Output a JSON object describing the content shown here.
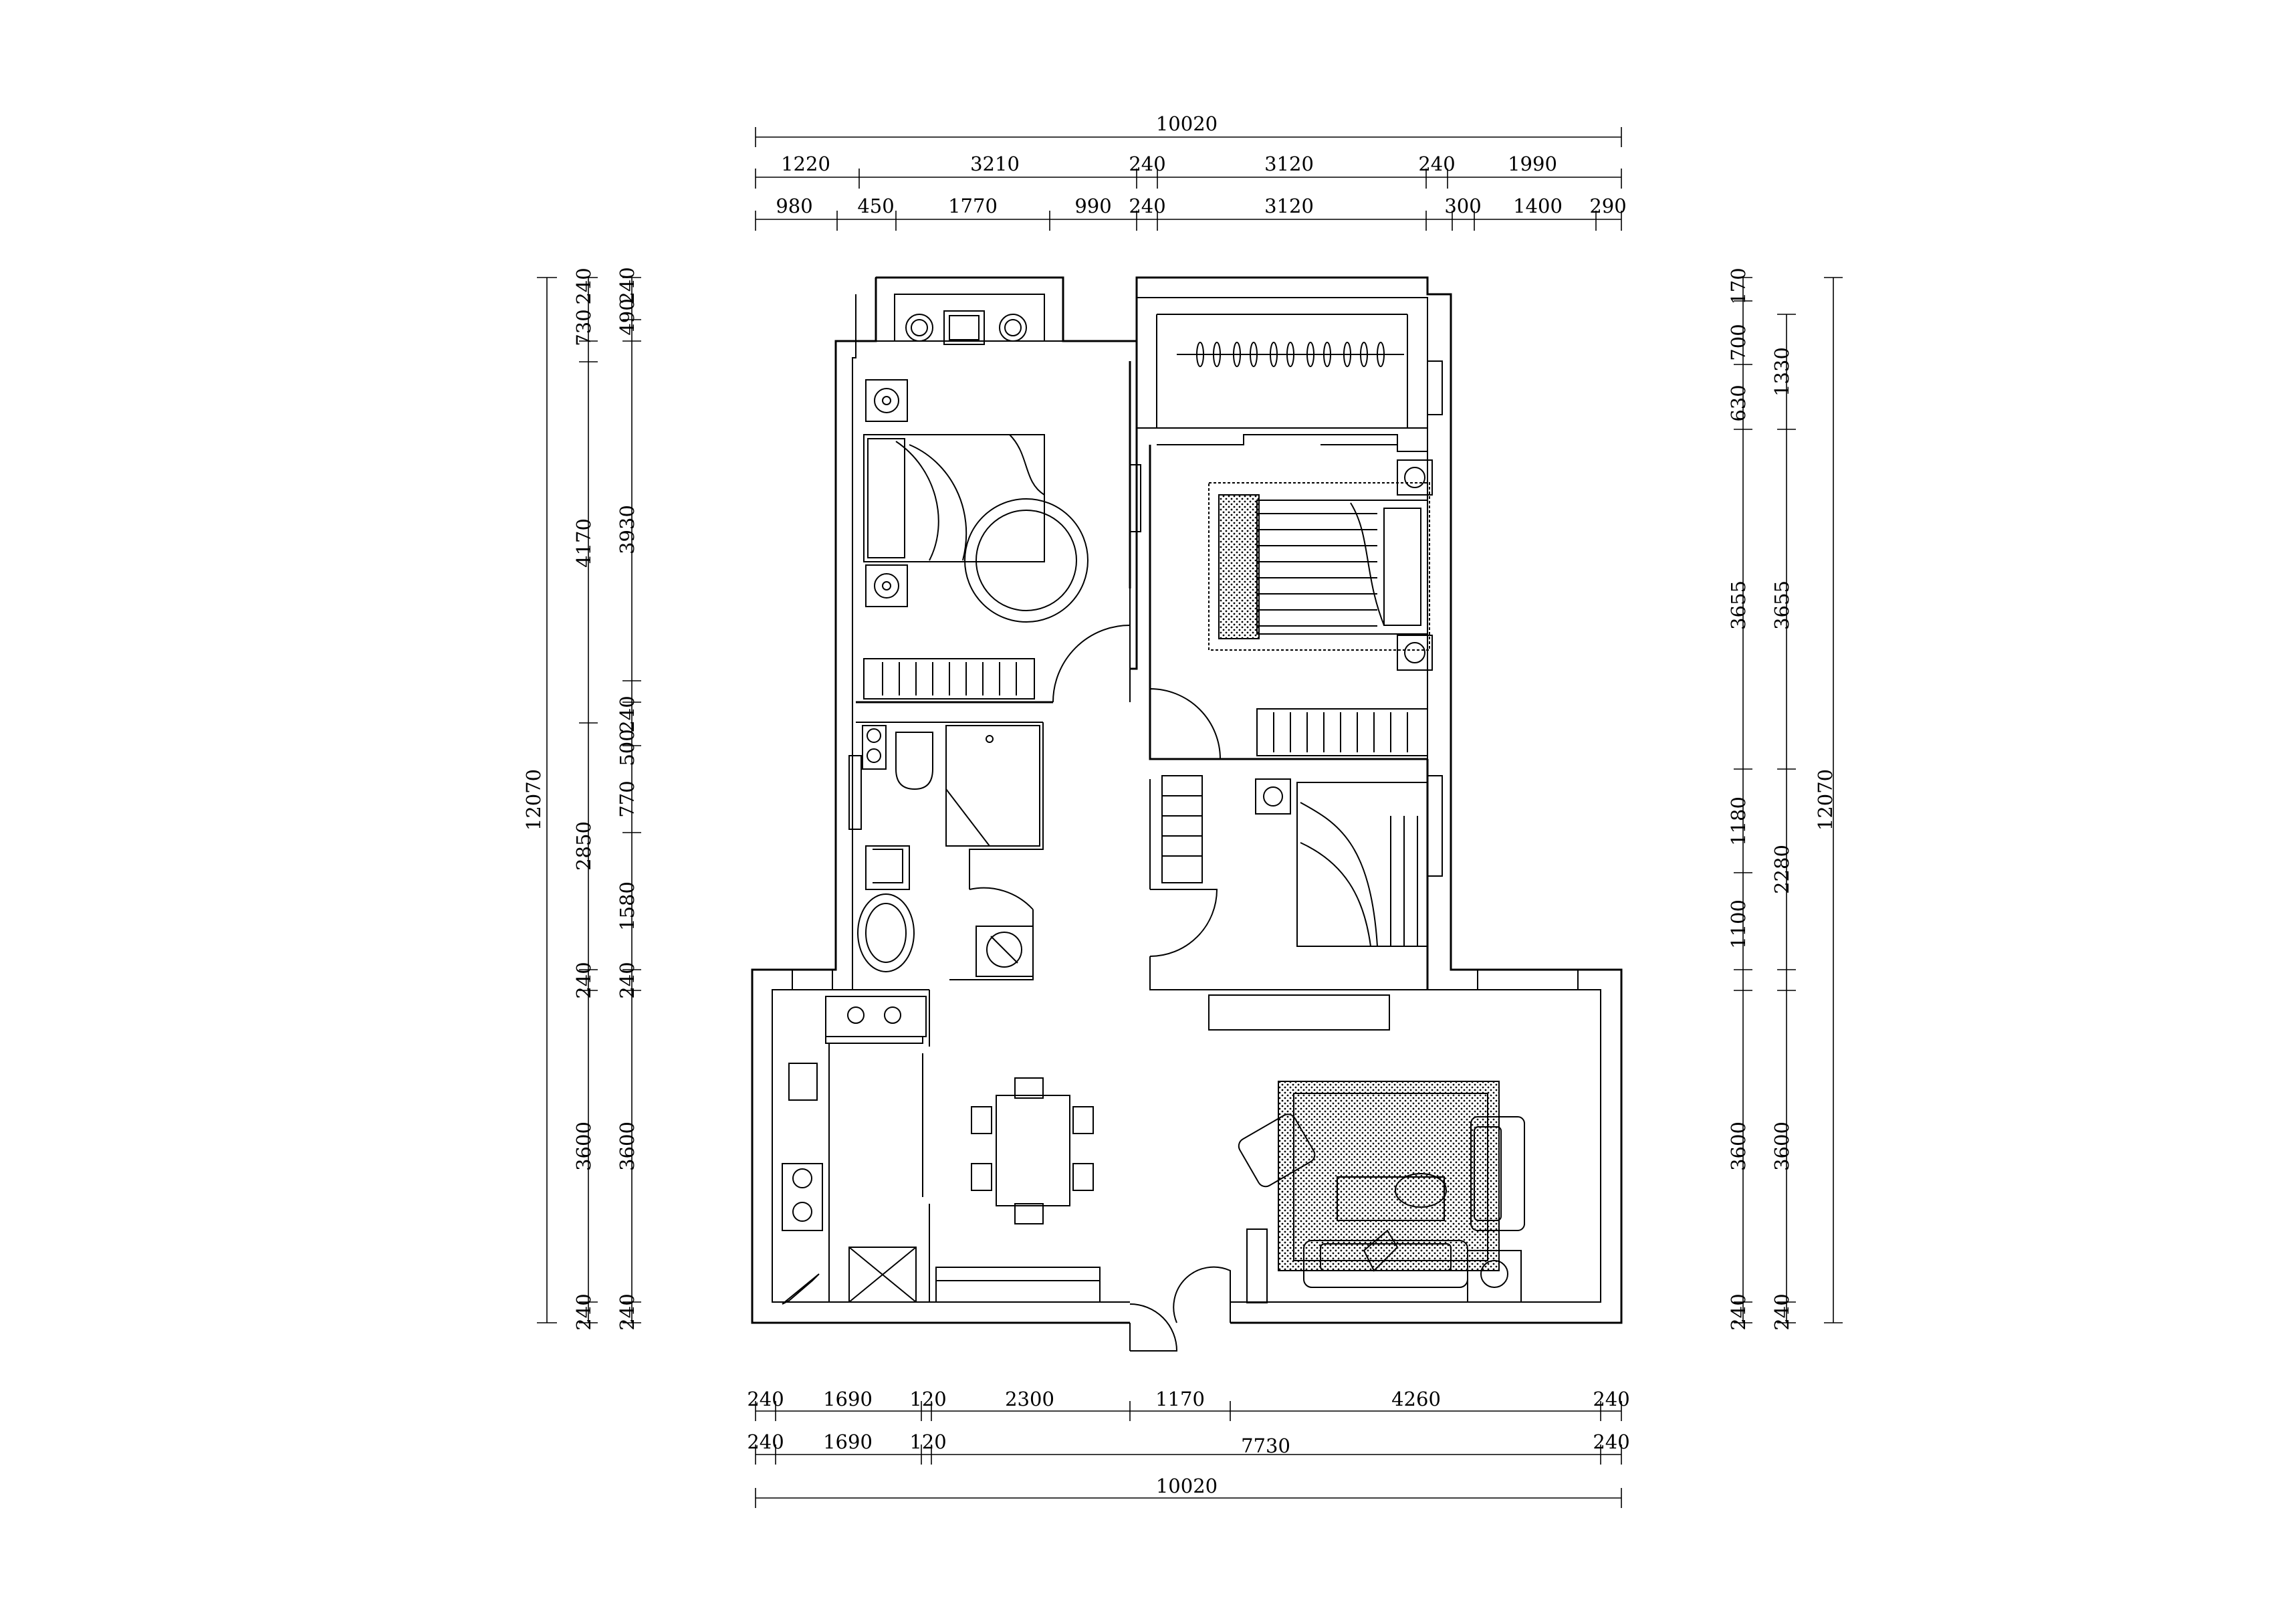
{
  "dimensions": {
    "top": {
      "overall": "10020",
      "row1": [
        "1220",
        "3210",
        "240",
        "3120",
        "240",
        "1990"
      ],
      "row2": [
        "980",
        "450",
        "1770",
        "990",
        "240",
        "3120",
        "300",
        "1400",
        "290"
      ]
    },
    "bottom": {
      "row1": [
        "240",
        "1690",
        "120",
        "2300",
        "1170",
        "4260",
        "240"
      ],
      "row2": [
        "240",
        "1690",
        "120",
        "7730",
        "240"
      ],
      "overall": "10020"
    },
    "left": {
      "overall": "12070",
      "outer": [
        "730",
        "240",
        "4170",
        "2850",
        "240",
        "3600",
        "240"
      ],
      "inner": [
        "490",
        "240",
        "3930",
        "240",
        "500",
        "770",
        "1580",
        "240",
        "3600",
        "240"
      ]
    },
    "right": {
      "overall": "12070",
      "inner": [
        "170",
        "700",
        "630",
        "3655",
        "1180",
        "1100",
        "3600",
        "240"
      ],
      "outer": [
        "1330",
        "3655",
        "2280",
        "3600",
        "240"
      ]
    }
  }
}
